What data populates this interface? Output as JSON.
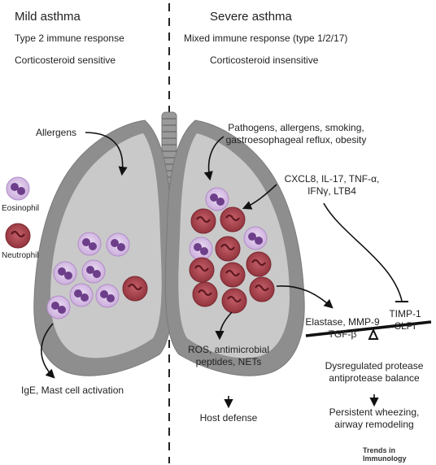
{
  "mild": {
    "title": "Mild asthma",
    "response": "Type 2 immune response",
    "sensitivity": "Corticosteroid sensitive"
  },
  "severe": {
    "title": "Severe asthma",
    "response": "Mixed immune response (type 1/2/17)",
    "sensitivity": "Corticosteroid insensitive"
  },
  "labels": {
    "allergens": "Allergens",
    "eosinophil": "Eosinophil",
    "neutrophil": "Neutrophil",
    "ige": "IgE, Mast cell activation",
    "triggers_1": "Pathogens, allergens, smoking,",
    "triggers_2": "gastroesophageal reflux, obesity",
    "cytokines_1": "CXCL8, IL-17, TNF-α,",
    "cytokines_2": "IFNγ, LTB4",
    "timp": "TIMP-1",
    "slpi": "SLPI",
    "elastase_1": "Elastase, MMP-9",
    "elastase_2": "TGF-β",
    "ros_1": "ROS, antimicrobial",
    "ros_2": "peptides, NETs",
    "host_defense": "Host defense",
    "dysregulated_1": "Dysregulated protease",
    "dysregulated_2": "antiprotease balance",
    "persistent_1": "Persistent wheezing,",
    "persistent_2": "airway remodeling"
  },
  "journal": "Trends in Immunology",
  "colors": {
    "lung_outer": "#8e8e8e",
    "lung_inner": "#c9c9c9",
    "eosinophil": "#d9c2e6",
    "neutrophil": "#a8454f"
  }
}
